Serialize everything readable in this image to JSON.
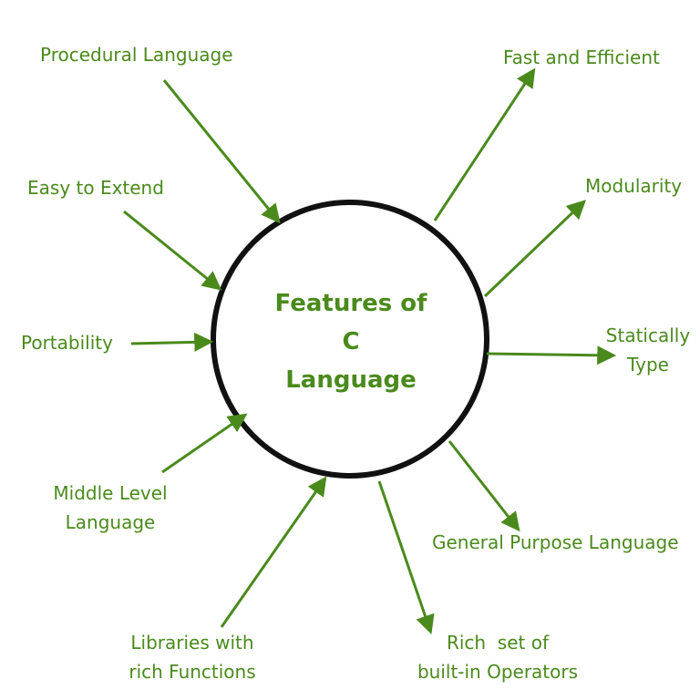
{
  "center": {
    "line1": "Features of",
    "line2": "C",
    "line3": "Language"
  },
  "features": {
    "procedural": "Procedural Language",
    "fast": "Fast and Efficient",
    "extend": "Easy to Extend",
    "modularity": "Modularity",
    "portability": "Portability",
    "static_line1": "Statically",
    "static_line2": "Type",
    "middle_line1": "Middle Level",
    "middle_line2": "Language",
    "general": "General Purpose Language",
    "libraries_line1": "Libraries with",
    "libraries_line2": "rich Functions",
    "operators_line1": "Rich  set of",
    "operators_line2": "built-in Operators"
  },
  "colors": {
    "accent": "#4a8a1c",
    "circle": "#111111"
  }
}
